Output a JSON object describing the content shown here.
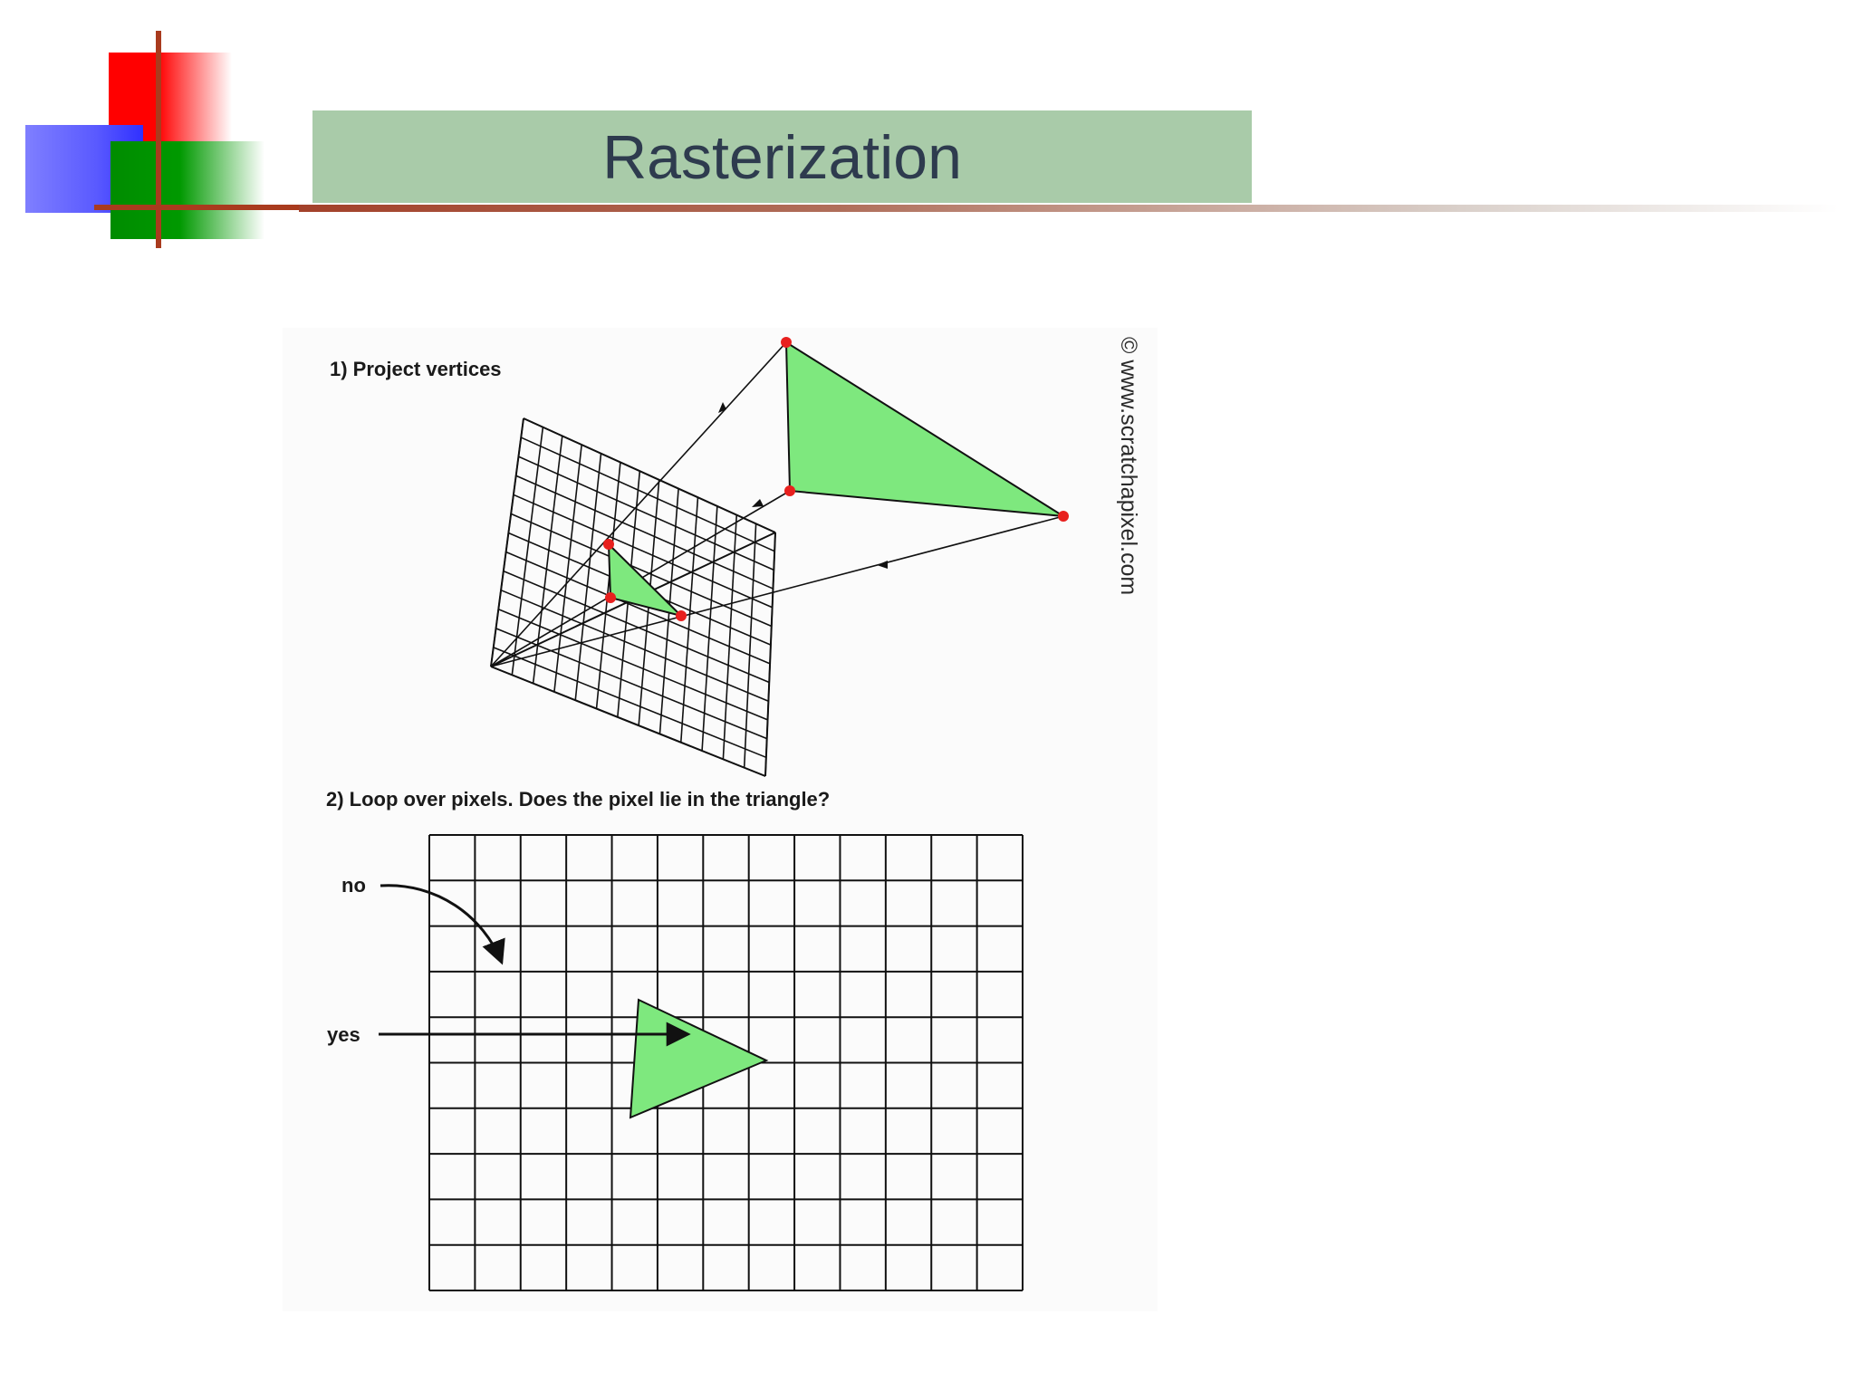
{
  "slide": {
    "title": "Rasterization"
  },
  "figure": {
    "step1_label": "1) Project vertices",
    "step2_label": "2) Loop over pixels. Does the pixel lie in the triangle?",
    "no_label": "no",
    "yes_label": "yes",
    "credit": "© www.scratchapixel.com"
  },
  "colors": {
    "title_band": "#a9cba9",
    "title_text": "#2e3b4e",
    "triangle_fill": "#7ee87e",
    "vertex": "#e8201e",
    "accent_bar": "#a93b1e"
  }
}
